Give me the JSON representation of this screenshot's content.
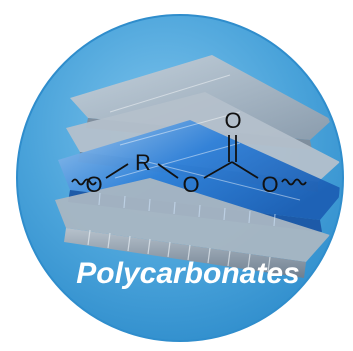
{
  "colors": {
    "disc": "#4aa3da",
    "disc_edge": "#2f8dcc",
    "sheet_blue": "#2d7fd8",
    "sheet_grey": "#8a98a6",
    "bond": "#111111",
    "caption": "#ffffff"
  },
  "structure": {
    "atoms": {
      "o_left": "O",
      "r_group": "R",
      "o_middle": "O",
      "o_carbonyl": "O",
      "o_right": "O"
    }
  },
  "caption": {
    "text": "Polycarbonates"
  }
}
